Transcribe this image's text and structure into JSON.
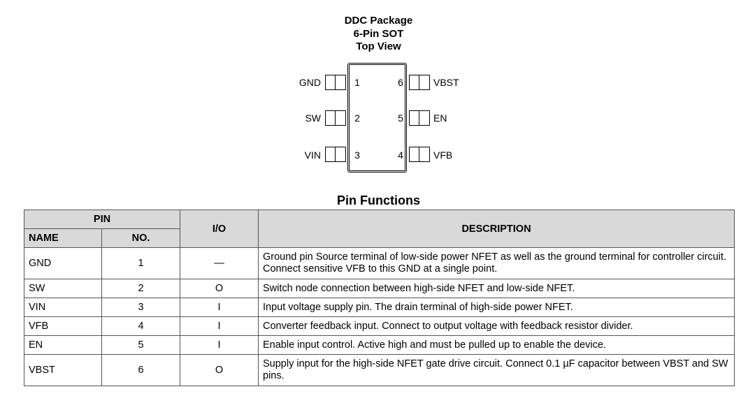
{
  "package": {
    "title_lines": [
      "DDC Package",
      "6-Pin SOT",
      "Top View"
    ],
    "pins_left": [
      {
        "name": "GND",
        "number": "1"
      },
      {
        "name": "SW",
        "number": "2"
      },
      {
        "name": "VIN",
        "number": "3"
      }
    ],
    "pins_right": [
      {
        "name": "VBST",
        "number": "6"
      },
      {
        "name": "EN",
        "number": "5"
      },
      {
        "name": "VFB",
        "number": "4"
      }
    ]
  },
  "table": {
    "title": "Pin Functions",
    "headers": {
      "pin": "PIN",
      "name": "NAME",
      "no": "NO.",
      "io": "I/O",
      "description": "DESCRIPTION"
    },
    "rows": [
      {
        "name": "GND",
        "no": "1",
        "io": "—",
        "description": "Ground pin Source terminal of low-side power NFET as well as the ground terminal for controller circuit. Connect sensitive VFB to this GND at a single point."
      },
      {
        "name": "SW",
        "no": "2",
        "io": "O",
        "description": "Switch node connection between high-side NFET and low-side NFET."
      },
      {
        "name": "VIN",
        "no": "3",
        "io": "I",
        "description": "Input voltage supply pin. The drain terminal of high-side power NFET."
      },
      {
        "name": "VFB",
        "no": "4",
        "io": "I",
        "description": "Converter feedback input. Connect to output voltage with feedback resistor divider."
      },
      {
        "name": "EN",
        "no": "5",
        "io": "I",
        "description": "Enable input control. Active high and must be pulled up to enable the device."
      },
      {
        "name": "VBST",
        "no": "6",
        "io": "O",
        "description": "Supply input for the high-side NFET gate drive circuit. Connect 0.1 µF capacitor between VBST and SW pins."
      }
    ]
  }
}
